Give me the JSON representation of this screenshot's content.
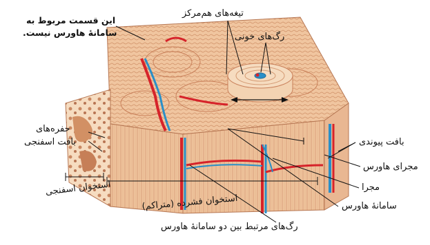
{
  "labels": {
    "not_related": "این قسمت مربوط به",
    "not_related_2": "سامانهٔ هاورس نیست.",
    "lamellae": "تیغه‌های هم‌مرکز",
    "blood_vessels": "رگ‌های خونی",
    "spongy_cavities": "حفره‌های",
    "spongy_cavities_2": "بافت اسفنجی",
    "connective_tissue": "بافت پیوندی",
    "haversian_canal": "مجرای هاورس",
    "canal": "مجرا",
    "haversian_system": "سامانهٔ هاورس",
    "spongy_bone": "استخوان اسفنجی",
    "compact_bone": "استخوان فشرده (متراکم)",
    "connecting_vessels": "رگ‌های مرتبط بین دو سامانهٔ هاورس"
  },
  "colors": {
    "bone_light": "#f4d2b0",
    "bone_mid": "#e3a880",
    "bone_dark": "#c9805a",
    "artery": "#d6232a",
    "vein": "#2a8fc8",
    "line": "#1a1a1a"
  }
}
